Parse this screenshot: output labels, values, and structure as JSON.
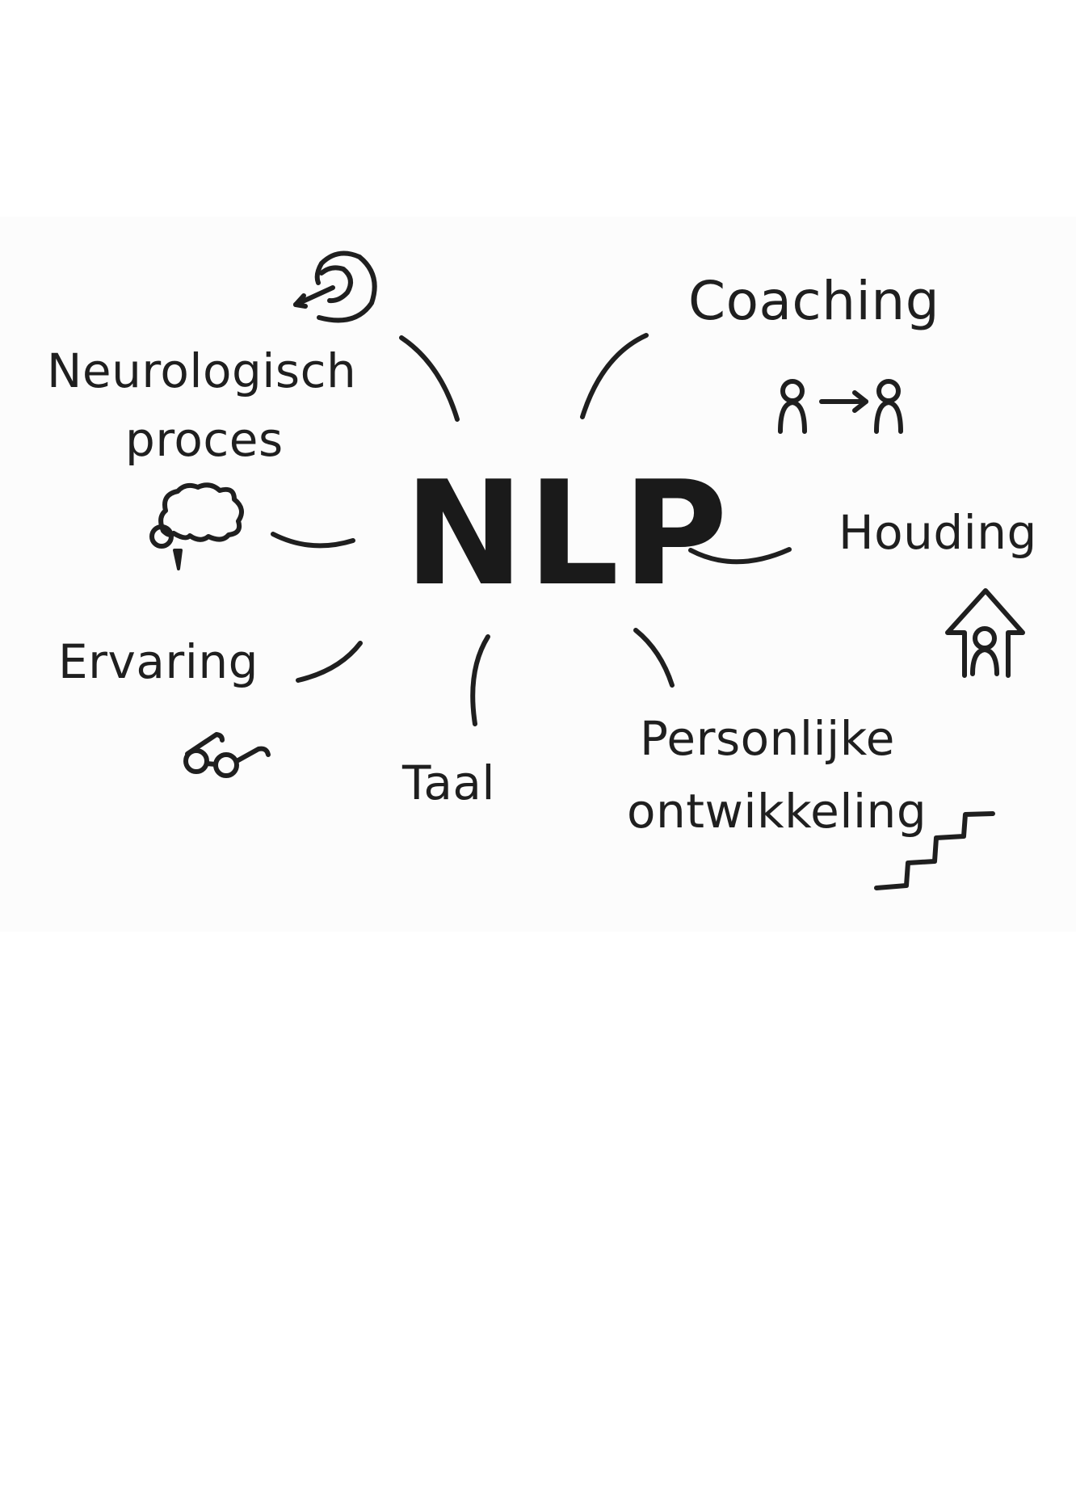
{
  "diagram": {
    "type": "mind-map",
    "center": {
      "label": "NLP"
    },
    "branches": [
      {
        "id": "neurologisch",
        "lines": [
          "Neurologisch",
          "proces"
        ],
        "icons": [
          "ear-icon",
          "brain-icon"
        ]
      },
      {
        "id": "coaching",
        "lines": [
          "Coaching"
        ],
        "icons": [
          "person-to-person-icon"
        ]
      },
      {
        "id": "houding",
        "lines": [
          "Houding"
        ],
        "icons": [
          "house-with-person-icon"
        ]
      },
      {
        "id": "persoonlijke",
        "lines": [
          "Personlijke",
          "ontwikkeling"
        ],
        "icons": [
          "stairs-icon"
        ]
      },
      {
        "id": "taal",
        "lines": [
          "Taal"
        ],
        "icons": []
      },
      {
        "id": "ervaring",
        "lines": [
          "Ervaring"
        ],
        "icons": [
          "glasses-icon"
        ]
      }
    ],
    "colors": {
      "ink": "#1f1f1f",
      "background": "#fcfcfc",
      "page": "#ffffff"
    }
  }
}
